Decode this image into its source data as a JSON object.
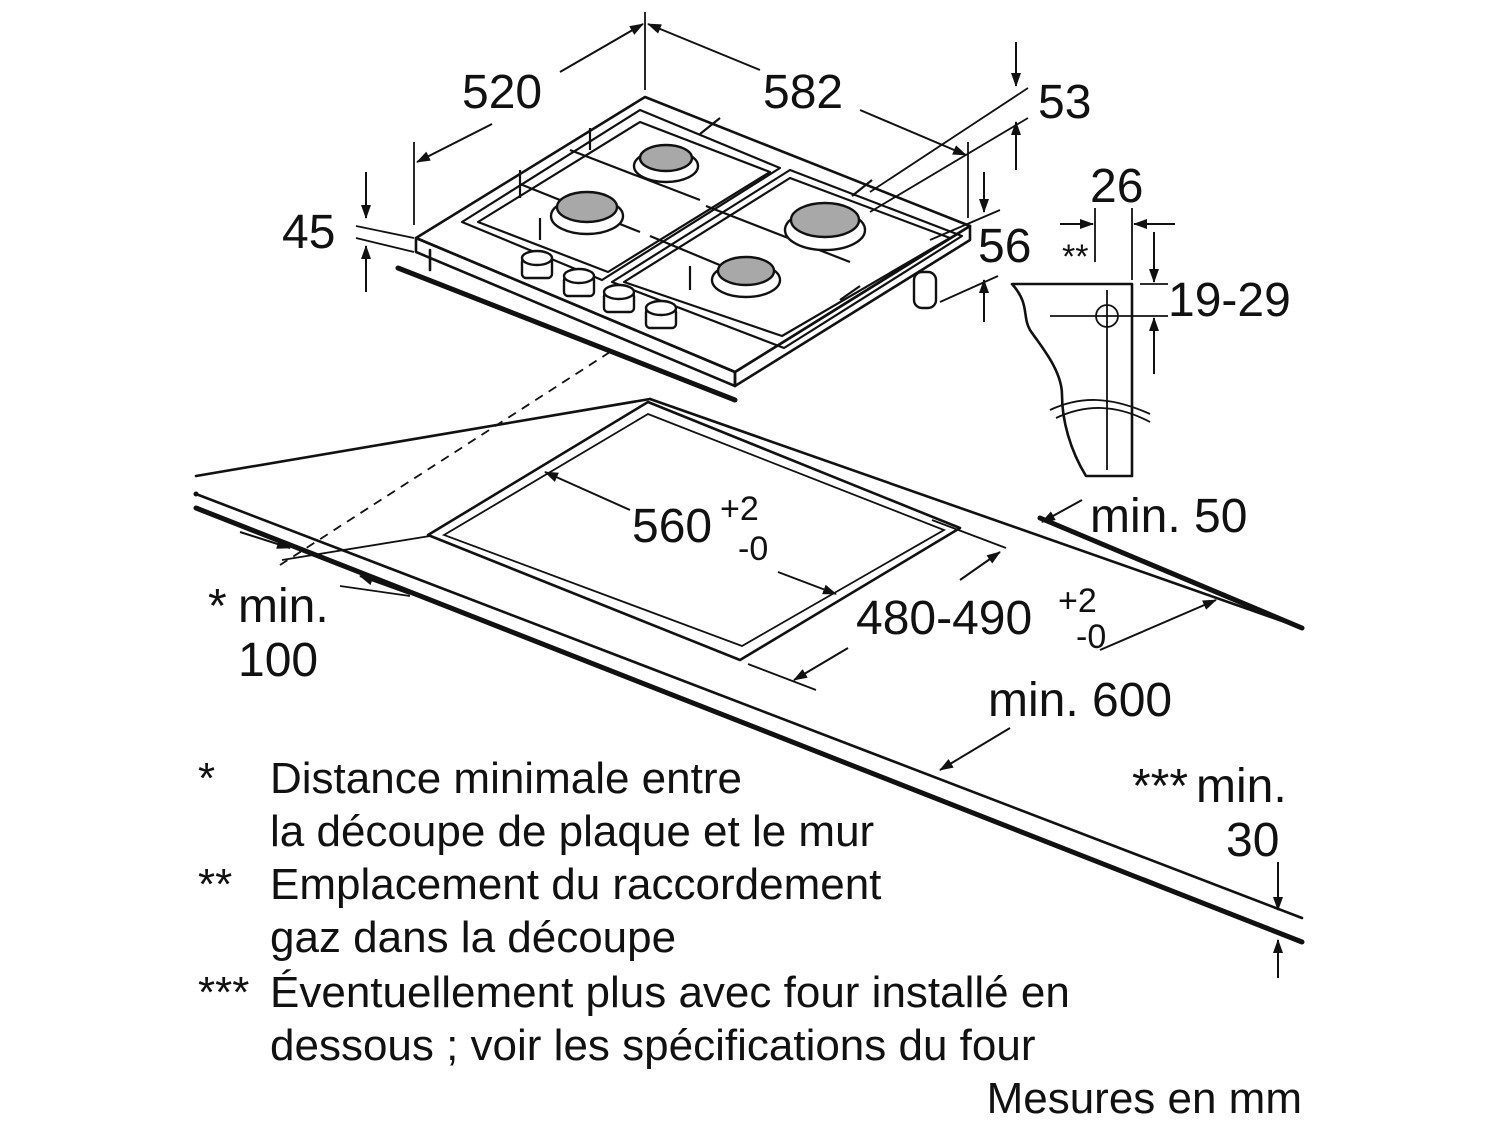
{
  "dimensions": {
    "depth": "520",
    "width": "582",
    "height_total": "53",
    "height_top": "45",
    "height_below": "56",
    "connection_offset": "26",
    "connection_range": "19-29",
    "connection_mark": "**",
    "cutout_width_base": "560",
    "cutout_width_tol_plus": "+2",
    "cutout_width_tol_minus": "-0",
    "cutout_depth_base": "480-490",
    "cutout_depth_tol_plus": "+2",
    "cutout_depth_tol_minus": "-0",
    "min_back": "min. 50",
    "min_wall_mark": "*",
    "min_wall_label": "min.",
    "min_wall_value": "100",
    "min_worktop": "min. 600",
    "min_below_mark": "***",
    "min_below_label": "min.",
    "min_below_value": "30"
  },
  "legend": [
    {
      "mark": "*",
      "lines": [
        "Distance minimale entre",
        "la découpe de plaque et le mur"
      ]
    },
    {
      "mark": "**",
      "lines": [
        "Emplacement du raccordement",
        "gaz dans la découpe"
      ]
    },
    {
      "mark": "***",
      "lines": [
        "Éventuellement plus avec four installé en",
        "dessous ; voir les spécifications du four"
      ]
    }
  ],
  "units_note": "Mesures en mm"
}
